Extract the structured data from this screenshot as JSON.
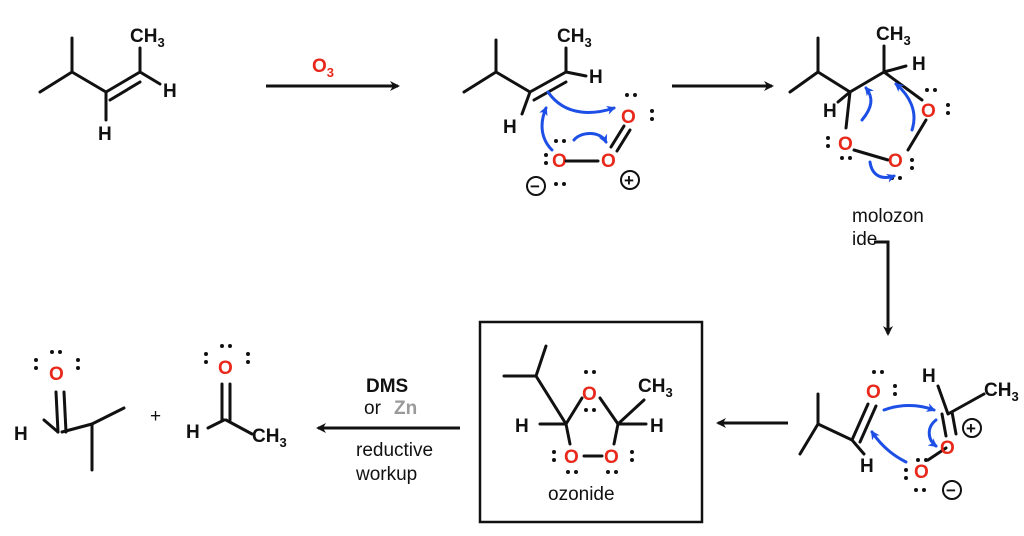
{
  "reagents": {
    "ozone": "O",
    "ozone_sub": "3",
    "dms": "DMS",
    "or": "or",
    "zn": "Zn",
    "workup_line1": "reductive",
    "workup_line2": "workup"
  },
  "labels": {
    "molozonide_line1": "molozon",
    "molozonide_line2": "ide",
    "ozonide": "ozonide",
    "plus": "+"
  },
  "atoms": {
    "C": "C",
    "H": "H",
    "O": "O",
    "sub3": "3",
    "plus_sign": "+",
    "minus_sign": "−"
  },
  "colors": {
    "oxygen": "#e8281b",
    "curly_arrow": "#1d4fe6",
    "bond": "#111111",
    "zinc": "#9a9a9a"
  }
}
